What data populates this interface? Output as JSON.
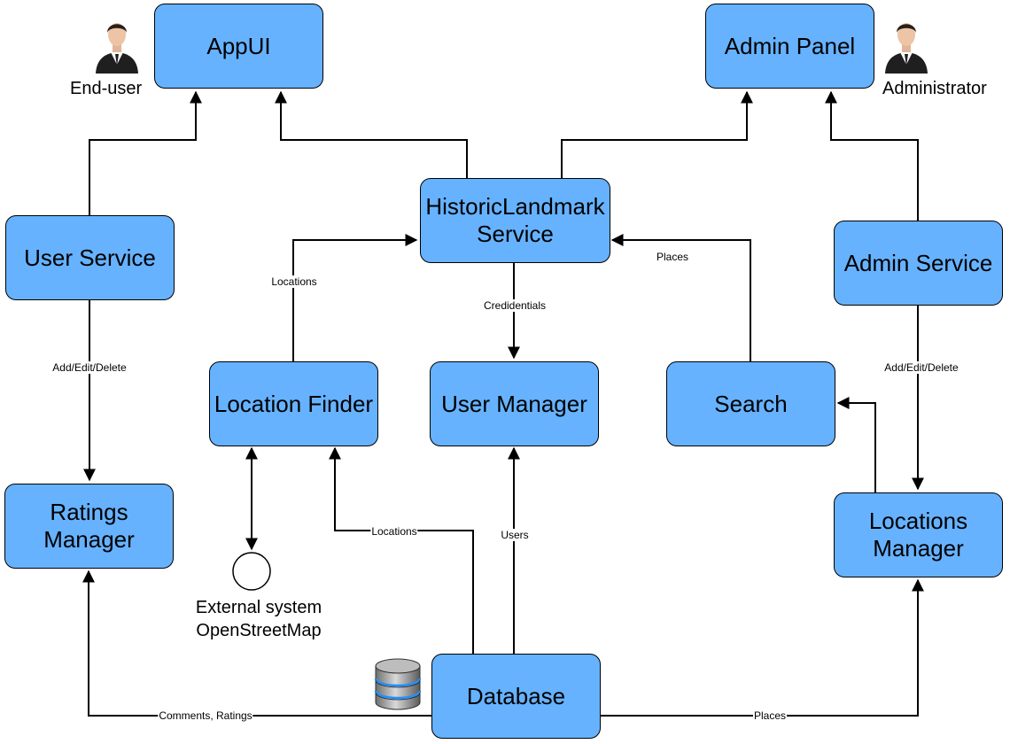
{
  "colors": {
    "node_fill": "#66b2ff",
    "node_border": "#000000",
    "edge": "#000000",
    "background": "#ffffff"
  },
  "nodes": {
    "appui": {
      "lines": [
        "AppUI"
      ]
    },
    "admin_panel": {
      "lines": [
        "Admin Panel"
      ]
    },
    "historic_service": {
      "lines": [
        "HistoricLandmark",
        "Service"
      ]
    },
    "user_service": {
      "lines": [
        "User Service"
      ]
    },
    "admin_service": {
      "lines": [
        "Admin Service"
      ]
    },
    "location_finder": {
      "lines": [
        "Location Finder"
      ]
    },
    "user_manager": {
      "lines": [
        "User Manager"
      ]
    },
    "search": {
      "lines": [
        "Search"
      ]
    },
    "ratings_manager": {
      "lines": [
        "Ratings",
        "Manager"
      ]
    },
    "locations_manager": {
      "lines": [
        "Locations",
        "Manager"
      ]
    },
    "database": {
      "lines": [
        "Database"
      ]
    }
  },
  "actors": {
    "end_user": {
      "label": "End-user",
      "icon": "businessman-icon"
    },
    "administrator": {
      "label": "Administrator",
      "icon": "businessman-icon"
    }
  },
  "external_system": {
    "lines": [
      "External system",
      "OpenStreetMap"
    ],
    "icon": "circle-icon"
  },
  "database_icon": "database-icon",
  "edge_labels": {
    "locations_to_service": "Locations",
    "credentials": "Credidentials",
    "places_to_service": "Places",
    "user_add_edit_delete": "Add/Edit/Delete",
    "admin_add_edit_delete": "Add/Edit/Delete",
    "db_locations": "Locations",
    "db_users": "Users",
    "db_comments_ratings": "Comments, Ratings",
    "db_places": "Places"
  }
}
